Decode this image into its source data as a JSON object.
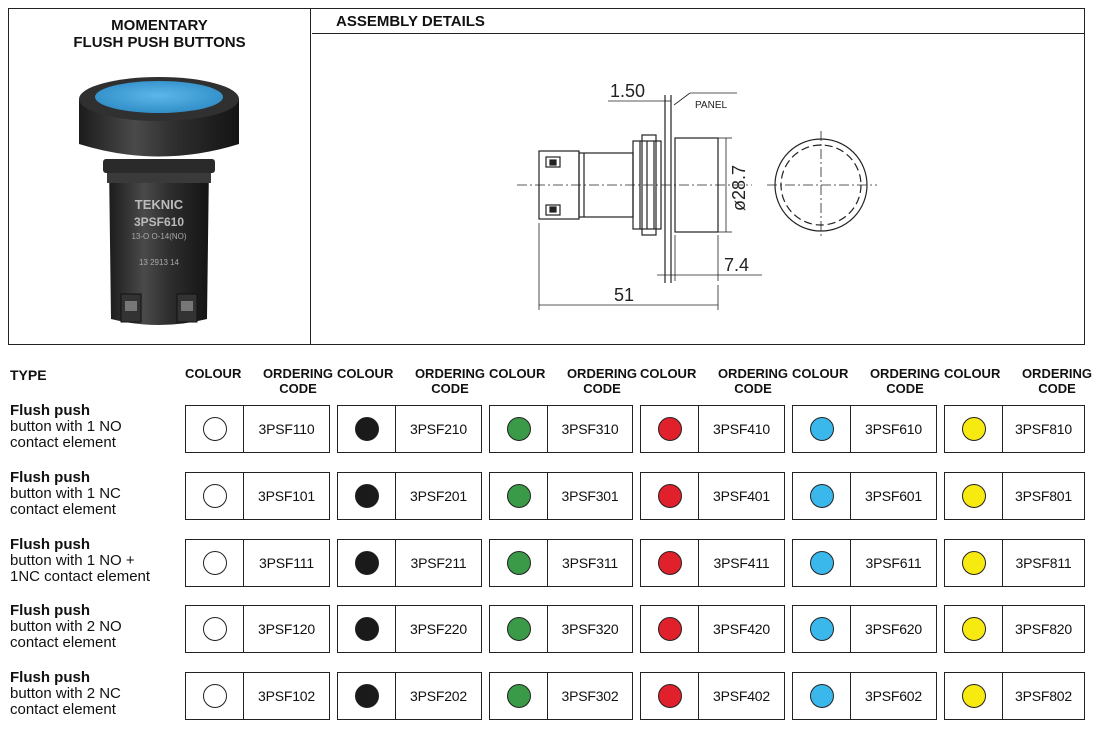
{
  "product": {
    "title_line1": "MOMENTARY",
    "title_line2": "FLUSH PUSH BUTTONS",
    "label_brand": "TEKNIC",
    "label_model": "3PSF610",
    "label_rating": "13-O O-14(NO)",
    "label_terminals": "13   2913   14"
  },
  "assembly": {
    "header": "ASSEMBLY DETAILS",
    "dim_panel_thickness": "1.50",
    "dim_panel_label": "PANEL",
    "dim_diameter": "ø28.7",
    "dim_bezel": "7.4",
    "dim_length": "51"
  },
  "table": {
    "type_header": "TYPE",
    "colour_header": "COLOUR",
    "ordering_header_line1": "ORDERING",
    "ordering_header_line2": "CODE",
    "colours": [
      {
        "name": "white",
        "hex": "#ffffff"
      },
      {
        "name": "black",
        "hex": "#1a1a1a"
      },
      {
        "name": "green",
        "hex": "#3a9a48"
      },
      {
        "name": "red",
        "hex": "#e0202a"
      },
      {
        "name": "blue",
        "hex": "#3ab8ec"
      },
      {
        "name": "yellow",
        "hex": "#f6ea10"
      }
    ],
    "rows": [
      {
        "type_bold": "Flush push",
        "type_line2": "button with 1 NO",
        "type_line3": "contact element",
        "codes": [
          "3PSF110",
          "3PSF210",
          "3PSF310",
          "3PSF410",
          "3PSF610",
          "3PSF810"
        ]
      },
      {
        "type_bold": "Flush push",
        "type_line2": "button with 1 NC",
        "type_line3": "contact element",
        "codes": [
          "3PSF101",
          "3PSF201",
          "3PSF301",
          "3PSF401",
          "3PSF601",
          "3PSF801"
        ]
      },
      {
        "type_bold": "Flush push",
        "type_line2": "button with 1 NO +",
        "type_line3": "1NC contact element",
        "codes": [
          "3PSF111",
          "3PSF211",
          "3PSF311",
          "3PSF411",
          "3PSF611",
          "3PSF811"
        ]
      },
      {
        "type_bold": "Flush push",
        "type_line2": "button with 2 NO",
        "type_line3": "contact element",
        "codes": [
          "3PSF120",
          "3PSF220",
          "3PSF320",
          "3PSF420",
          "3PSF620",
          "3PSF820"
        ]
      },
      {
        "type_bold": "Flush push",
        "type_line2": "button with 2 NC",
        "type_line3": "contact element",
        "codes": [
          "3PSF102",
          "3PSF202",
          "3PSF302",
          "3PSF402",
          "3PSF602",
          "3PSF802"
        ]
      }
    ]
  }
}
